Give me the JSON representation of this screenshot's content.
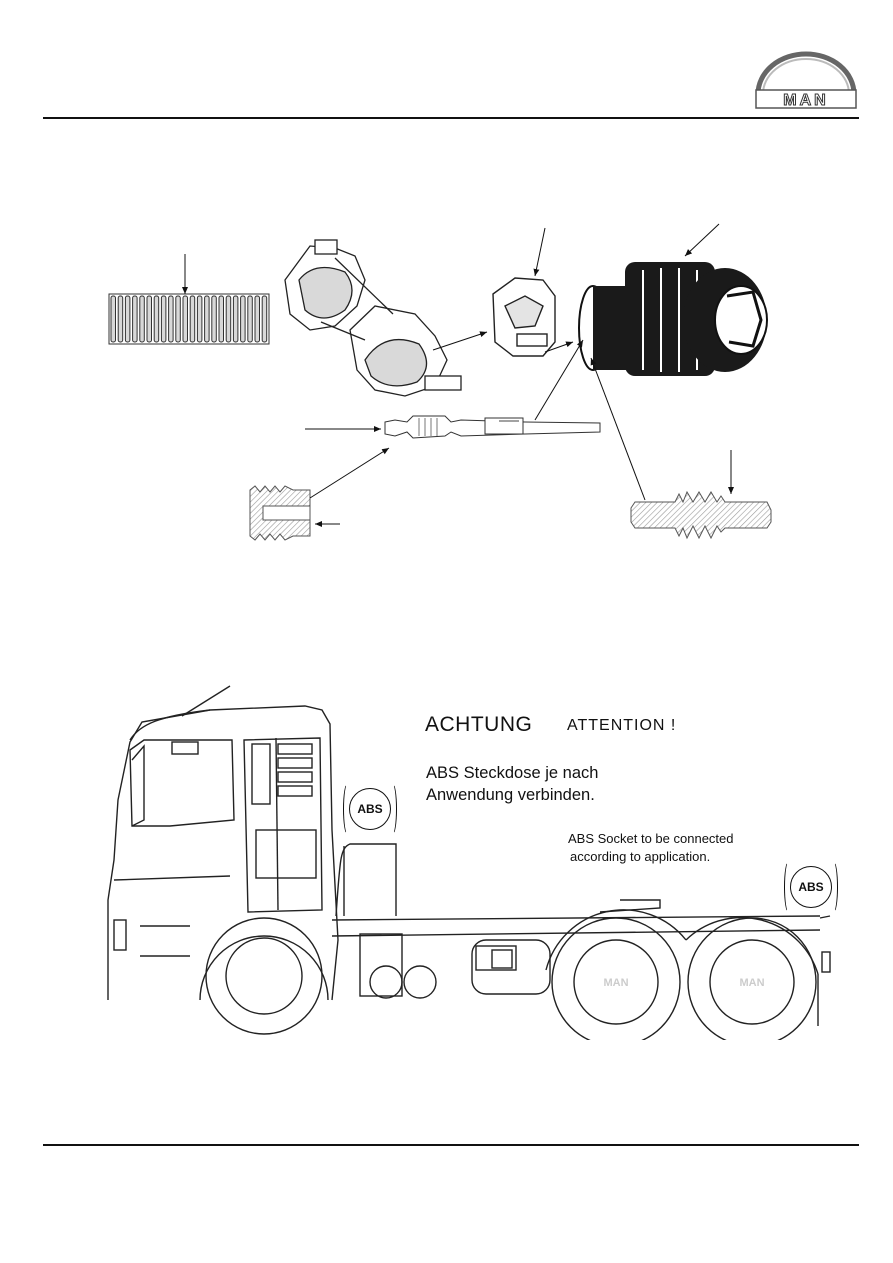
{
  "header": {
    "logo_text": "MAN"
  },
  "notice": {
    "heading_de": "ACHTUNG",
    "heading_en": "ATTENTION !",
    "text_de_line1": "ABS Steckdose je nach",
    "text_de_line2": "Anwendung verbinden.",
    "text_en_line1": "ABS Socket to be connected",
    "text_en_line2": "according to application."
  },
  "badges": {
    "abs_label": "ABS"
  },
  "wheels": {
    "hub_text": "MAN"
  },
  "colors": {
    "ink": "#111111",
    "hatch": "#9a9a9a",
    "connector": "#1a1a1a"
  }
}
